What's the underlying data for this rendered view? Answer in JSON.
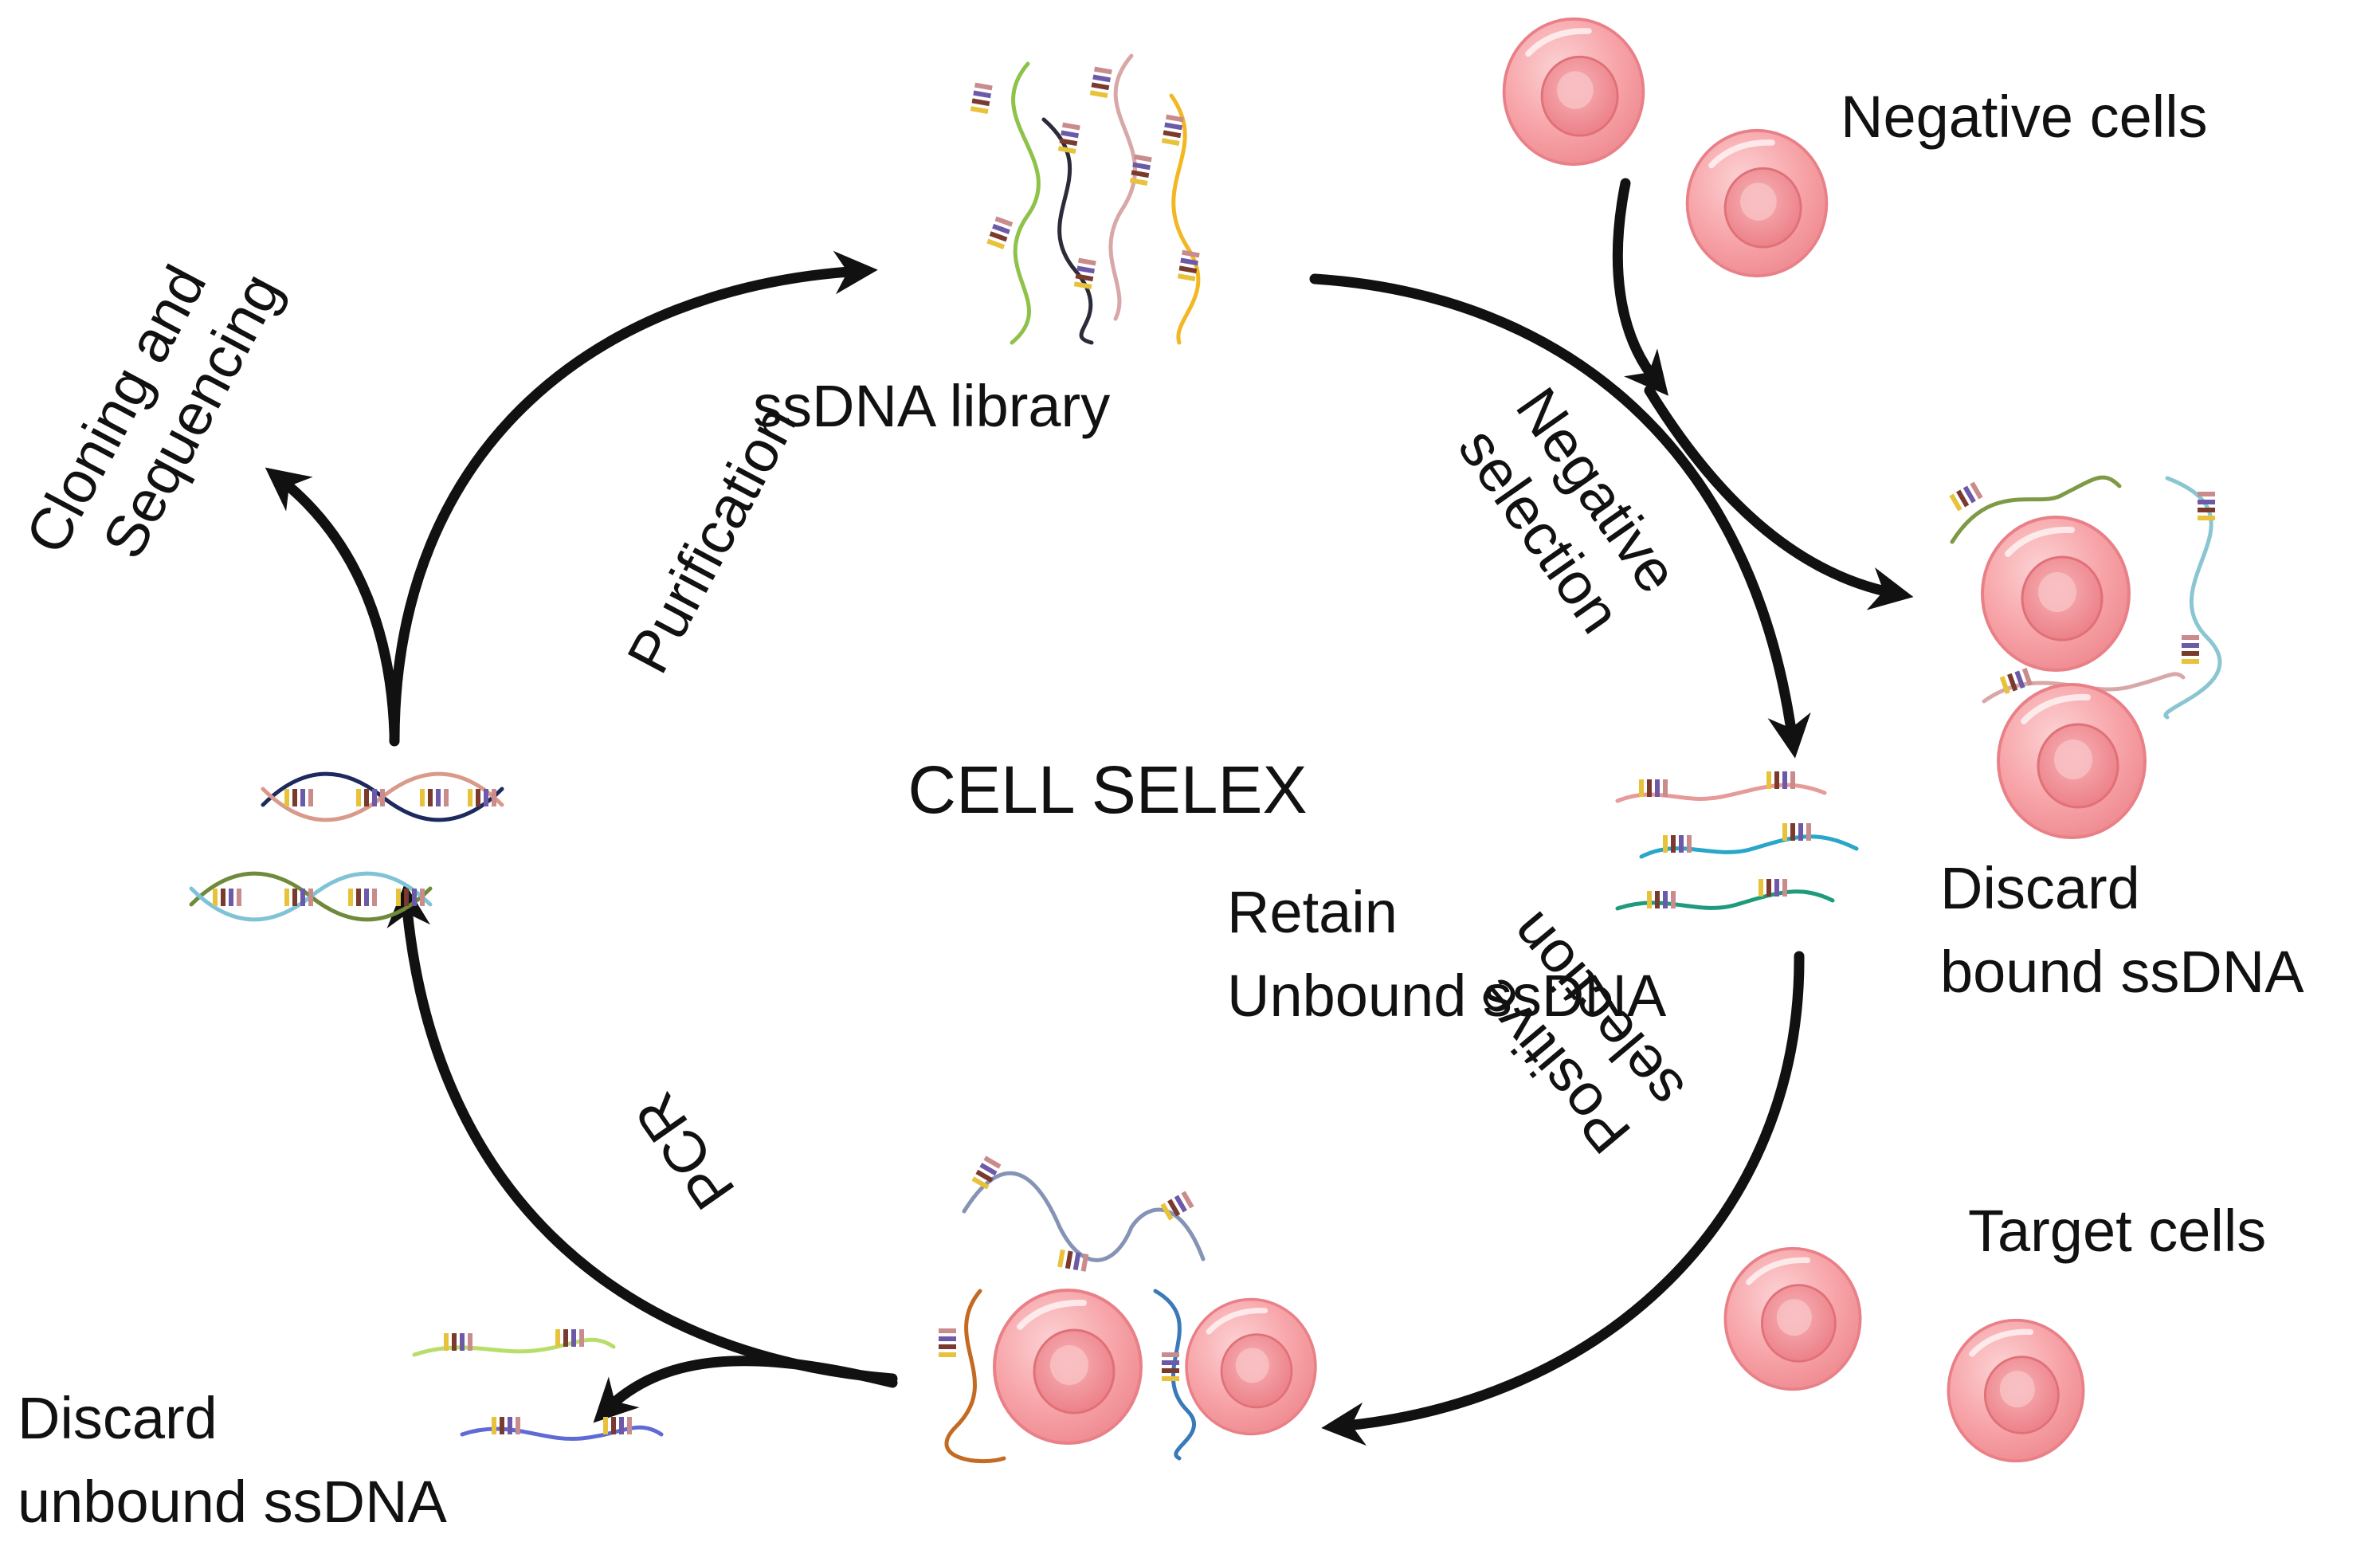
{
  "title": "CELL SELEX",
  "labels": {
    "negative_cells": "Negative cells",
    "ssdna_library": "ssDNA library",
    "negative_selection_line1": "Negative",
    "negative_selection_line2": "selection",
    "discard_bound_line1": "Discard",
    "discard_bound_line2": "bound ssDNA",
    "retain_line1": "Retain",
    "retain_line2": "Unbound ssDNA",
    "target_cells": "Target cells",
    "positive_selection_line1": "Positive",
    "positive_selection_line2": "selection",
    "pcr": "PCR",
    "discard_unbound_line1": "Discard",
    "discard_unbound_line2": "unbound ssDNA",
    "purification": "Purification",
    "cloning_line1": "Cloning and",
    "cloning_line2": "Sequencing"
  },
  "colors": {
    "cell_fill": "#f7a4a8",
    "cell_nucleus": "#f2888e",
    "arrow": "#111111"
  }
}
